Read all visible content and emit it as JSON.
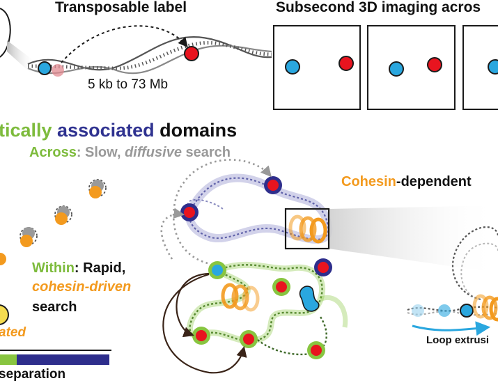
{
  "top": {
    "transposable_label": "Transposable  label",
    "distance_range": "5 kb to 73 Mb",
    "imaging_title": "Subsecond 3D imaging acros"
  },
  "domains_title": {
    "part1": "tically ",
    "part2": "associated",
    "part3": " domains"
  },
  "across": {
    "label": "Across",
    "sep": ": ",
    "slow": "Slow, ",
    "diffusive": "diffusive",
    "search": " search"
  },
  "within": {
    "label": "Within",
    "rapid": ": Rapid,",
    "cohesin": "cohesin-driven",
    "search": "search"
  },
  "cohesin_dependent": {
    "cohesin": "Cohesin",
    "rest": "-dependent"
  },
  "left_bottom": {
    "orange_text": "ated",
    "separation": "separation"
  },
  "loop_extrusion": "Loop extrusi",
  "colors": {
    "blue_locus": "#2aa7df",
    "red_locus": "#e8141f",
    "navy": "#2e2e8c",
    "green": "#88c540",
    "orange": "#f39a1e",
    "gray": "#999999",
    "green_text": "#7dbb3c",
    "navy_text": "#2f3290"
  }
}
